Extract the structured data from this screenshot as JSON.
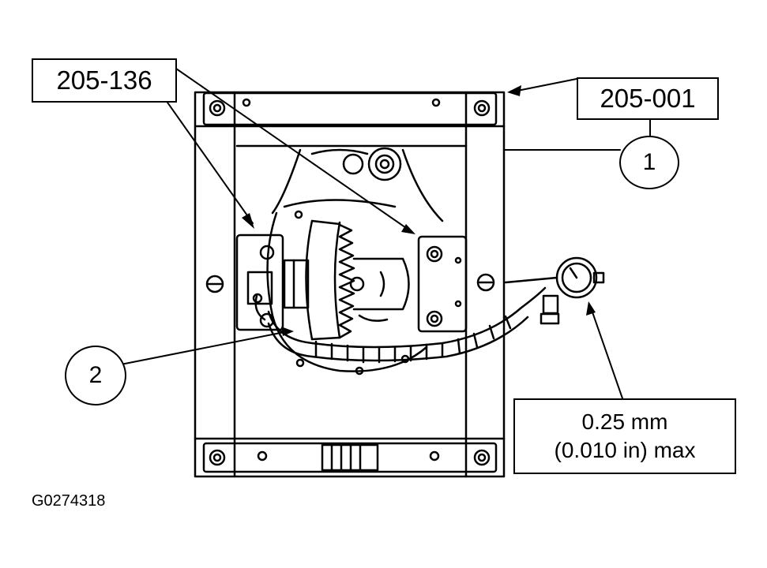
{
  "callouts": {
    "tool_left": "205-136",
    "tool_right": "205-001",
    "item_1": "1",
    "item_2": "2"
  },
  "spec": {
    "line1": "0.25 mm",
    "line2": "(0.010 in) max"
  },
  "figure_id": "G0274318"
}
